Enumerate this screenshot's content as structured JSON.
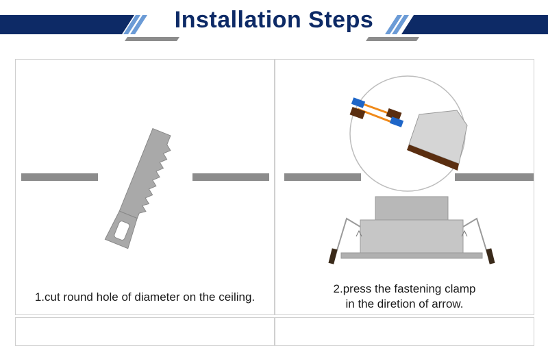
{
  "header": {
    "title": "Installation Steps",
    "colors": {
      "navy": "#0d2a66",
      "gray": "#8c8c8c",
      "accent_blue": "#6b9bd6"
    }
  },
  "steps": [
    {
      "caption_line1": "1.cut round hole of diameter on the ceiling.",
      "icon": "saw-icon"
    },
    {
      "caption_line1": "2.press the fastening clamp",
      "caption_line2": "in the diretion of arrow.",
      "icon": "downlight-icon"
    }
  ]
}
